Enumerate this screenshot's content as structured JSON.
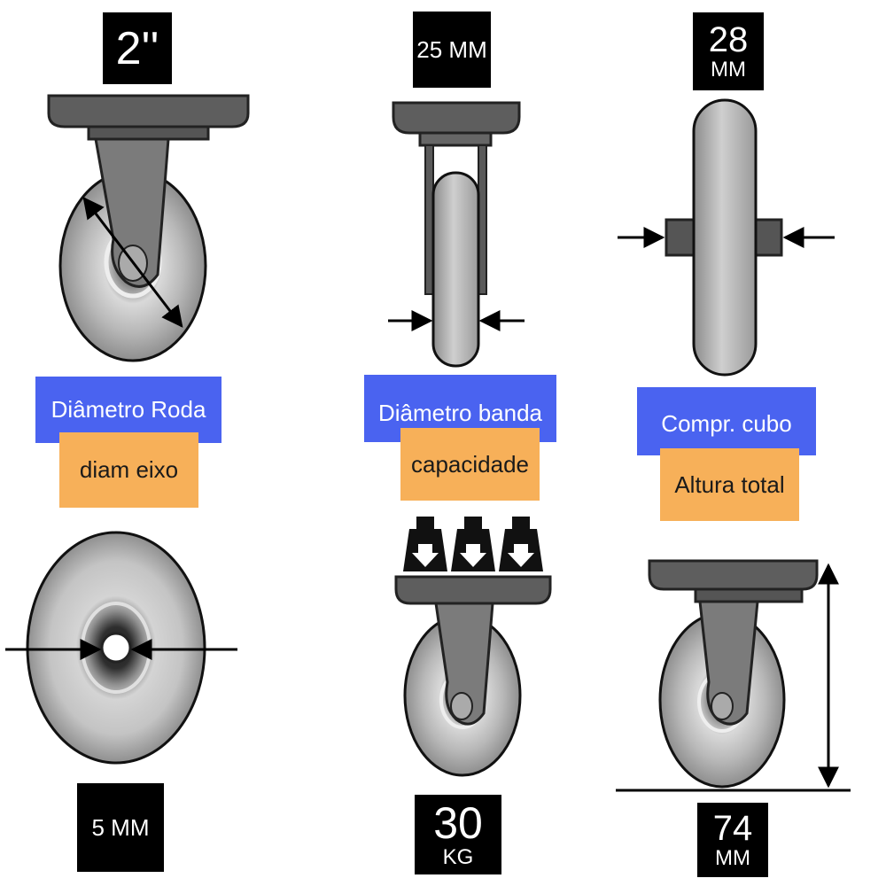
{
  "colors": {
    "label_blue": "#4a63f0",
    "label_orange": "#f7b059",
    "value_box": "#000000",
    "caster_plate": "#5b5b5b",
    "wheel_grey": "#9a9a9a"
  },
  "measurements": {
    "wheel_diameter": {
      "label": "Diâmetro Roda",
      "value": "2''"
    },
    "band_width": {
      "label": "Diâmetro banda",
      "value": "25 MM"
    },
    "hub_length": {
      "label": "Compr. cubo",
      "value_num": "28",
      "value_unit": "MM"
    },
    "axle_diameter": {
      "label": "diam eixo",
      "value": "5 MM"
    },
    "capacity": {
      "label": "capacidade",
      "value_num": "30",
      "value_unit": "KG"
    },
    "total_height": {
      "label": "Altura total",
      "value_num": "74",
      "value_unit": "MM"
    }
  },
  "icons": [
    "caster-side-icon",
    "caster-front-icon",
    "wheel-front-icon",
    "wheel-face-icon",
    "weight-icon",
    "caster-height-icon",
    "arrow-icon"
  ]
}
